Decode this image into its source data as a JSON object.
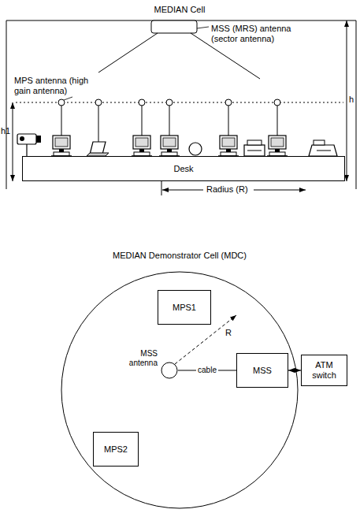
{
  "diagram": {
    "nodes": [
      {
        "text": [
          "Desk"
        ]
      },
      {
        "text": [
          "MPS1"
        ]
      },
      {
        "text": [
          "MSS antenna"
        ]
      },
      {
        "text": [
          "MSS"
        ]
      },
      {
        "text": [
          "ATM switch"
        ]
      },
      {
        "text": [
          "MPS2"
        ]
      }
    ],
    "edges": [
      {
        "from": 2,
        "to": 3,
        "label": "cable",
        "arrow": "none"
      },
      {
        "from": 3,
        "to": 4,
        "arrow": "both"
      }
    ],
    "labels": [
      "MEDIAN Cell",
      "MSS (MRS) antenna (sector antenna)",
      "MPS antenna (high gain antenna)",
      "h1",
      "h",
      "Radius (R)",
      "MEDIAN Demonstrator Cell (MDC)",
      "R"
    ]
  }
}
